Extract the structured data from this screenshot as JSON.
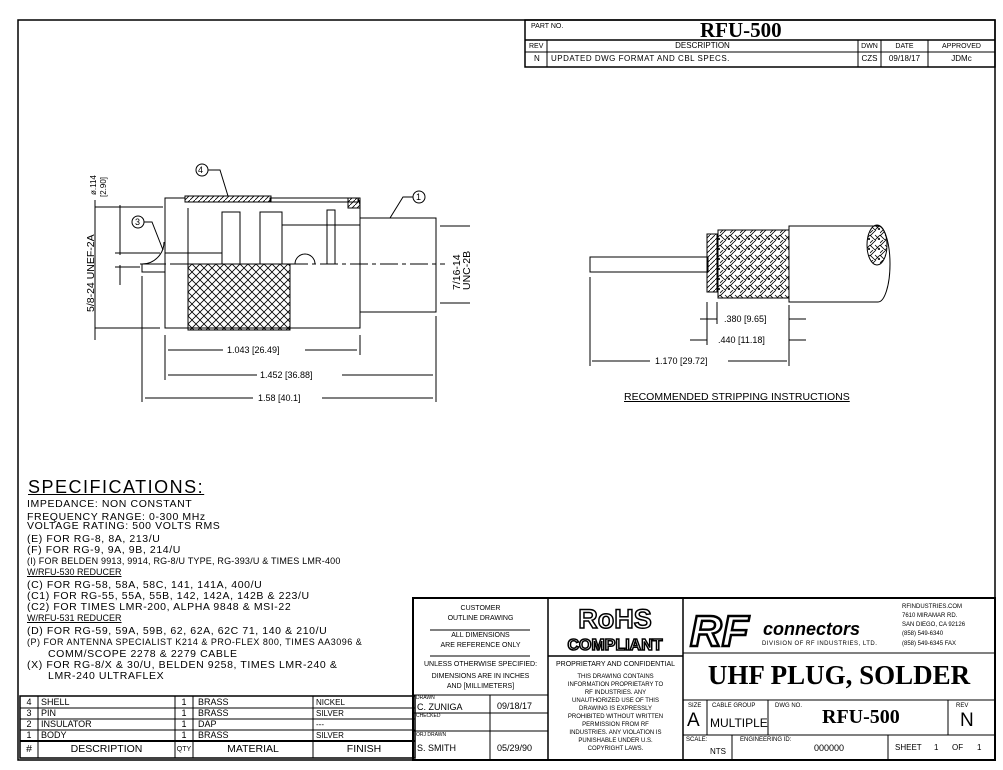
{
  "revision_block": {
    "part_no_label": "PART NO.",
    "part_no": "RFU-500",
    "headers": {
      "rev": "REV",
      "description": "DESCRIPTION",
      "dwn": "DWN",
      "date": "DATE",
      "approved": "APPROVED"
    },
    "row": {
      "rev": "N",
      "description": "UPDATED DWG FORMAT AND CBL SPECS.",
      "dwn": "CZS",
      "date": "09/18/17",
      "approved": "JDMc"
    }
  },
  "assembly_view": {
    "callouts": [
      "4",
      "1",
      "3"
    ],
    "dim_diameter": "ø.114",
    "dim_diameter_mm": "[2.90]",
    "dim_thread_left": "5/8-24 UNEF-2A",
    "dim_thread_right": "7/16-14 UNC-2B",
    "dim_1": "1.043 [26.49]",
    "dim_2": "1.452 [36.88]",
    "dim_3": "1.58 [40.1]"
  },
  "stripping_view": {
    "dim_1": ".380 [9.65]",
    "dim_2": ".440 [11.18]",
    "dim_3": "1.170 [29.72]",
    "title": "RECOMMENDED STRIPPING INSTRUCTIONS"
  },
  "specifications": {
    "title": "SPECIFICATIONS:",
    "lines": [
      "IMPEDANCE: NON CONSTANT",
      "FREQUENCY RANGE: 0-300 MHz",
      "VOLTAGE RATING: 500 VOLTS RMS",
      "(E) FOR RG-8, 8A, 213/U",
      "(F) FOR RG-9, 9A, 9B, 214/U",
      "(I) FOR BELDEN 9913, 9914, RG-8/U TYPE, RG-393/U & TIMES LMR-400",
      "W/RFU-530 REDUCER",
      "(C) FOR RG-58, 58A, 58C, 141, 141A, 400/U",
      "(C1) FOR RG-55, 55A, 55B, 142, 142A, 142B & 223/U",
      "(C2) FOR TIMES LMR-200, ALPHA 9848 & MSI-22",
      "W/RFU-531 REDUCER",
      "(D) FOR RG-59, 59A, 59B, 62, 62A, 62C 71, 140 & 210/U",
      "(P) FOR ANTENNA SPECIALIST K214 & PRO-FLEX 800, TIMES AA3096 &",
      "COMM/SCOPE 2278 & 2279 CABLE",
      "(X) FOR RG-8/X & 30/U, BELDEN 9258, TIMES LMR-240 &",
      "LMR-240 ULTRAFLEX"
    ]
  },
  "bom": {
    "headers": {
      "num": "#",
      "description": "DESCRIPTION",
      "qty": "QTY",
      "material": "MATERIAL",
      "finish": "FINISH"
    },
    "rows": [
      {
        "num": "4",
        "description": "SHELL",
        "qty": "1",
        "material": "BRASS",
        "finish": "NICKEL"
      },
      {
        "num": "3",
        "description": "PIN",
        "qty": "1",
        "material": "BRASS",
        "finish": "SILVER"
      },
      {
        "num": "2",
        "description": "INSULATOR",
        "qty": "1",
        "material": "DAP",
        "finish": "---"
      },
      {
        "num": "1",
        "description": "BODY",
        "qty": "1",
        "material": "BRASS",
        "finish": "SILVER"
      }
    ]
  },
  "title_block": {
    "customer_1": "CUSTOMER",
    "customer_2": "OUTLINE DRAWING",
    "ref_1": "ALL DIMENSIONS",
    "ref_2": "ARE REFERENCE ONLY",
    "units_1": "UNLESS OTHERWISE SPECIFIED:",
    "units_2": "DIMENSIONS ARE IN INCHES",
    "units_3": "AND [MILLIMETERS]",
    "drawn_label": "DRAWN",
    "drawn_by": "C. ZUNIGA",
    "drawn_date": "09/18/17",
    "checked_label": "CHECKED",
    "orig_label": "ORJ DRAWN",
    "orig_by": "S. SMITH",
    "orig_date": "05/29/90",
    "rohs_1": "RoHS",
    "rohs_2": "COMPLIANT",
    "prop_title": "PROPRIETARY AND CONFIDENTIAL",
    "prop_lines": [
      "THIS DRAWING CONTAINS",
      "INFORMATION PROPRIETARY TO",
      "RF INDUSTRIES. ANY",
      "UNAUTHORIZED USE OF THIS",
      "DRAWING IS EXPRESSLY",
      "PROHIBITED WITHOUT WRITTEN",
      "PERMISSION FROM RF",
      "INDUSTRIES. ANY VIOLATION IS",
      "PUNISHABLE UNDER U.S.",
      "COPYRIGHT LAWS."
    ],
    "logo_rf": "RF",
    "logo_connectors": "connectors",
    "logo_division": "DIVISION OF RF INDUSTRIES, LTD.",
    "contact": [
      "RFINDUSTRIES.COM",
      "7610 MIRAMAR RD.",
      "SAN DIEGO, CA 92126",
      "(858) 549-6340",
      "(858) 549-6345 FAX"
    ],
    "title": "UHF PLUG, SOLDER",
    "size_label": "SIZE",
    "size": "A",
    "cable_group_label": "CABLE GROUP",
    "cable_group": "MULTIPLE",
    "dwg_no_label": "DWG NO.",
    "dwg_no": "RFU-500",
    "rev_label": "REV",
    "rev": "N",
    "scale_label": "SCALE:",
    "scale": "NTS",
    "eng_id_label": "ENGINEERING ID:",
    "eng_id": "000000",
    "sheet_label": "SHEET",
    "sheet": "1",
    "of_label": "OF",
    "sheet_total": "1"
  }
}
